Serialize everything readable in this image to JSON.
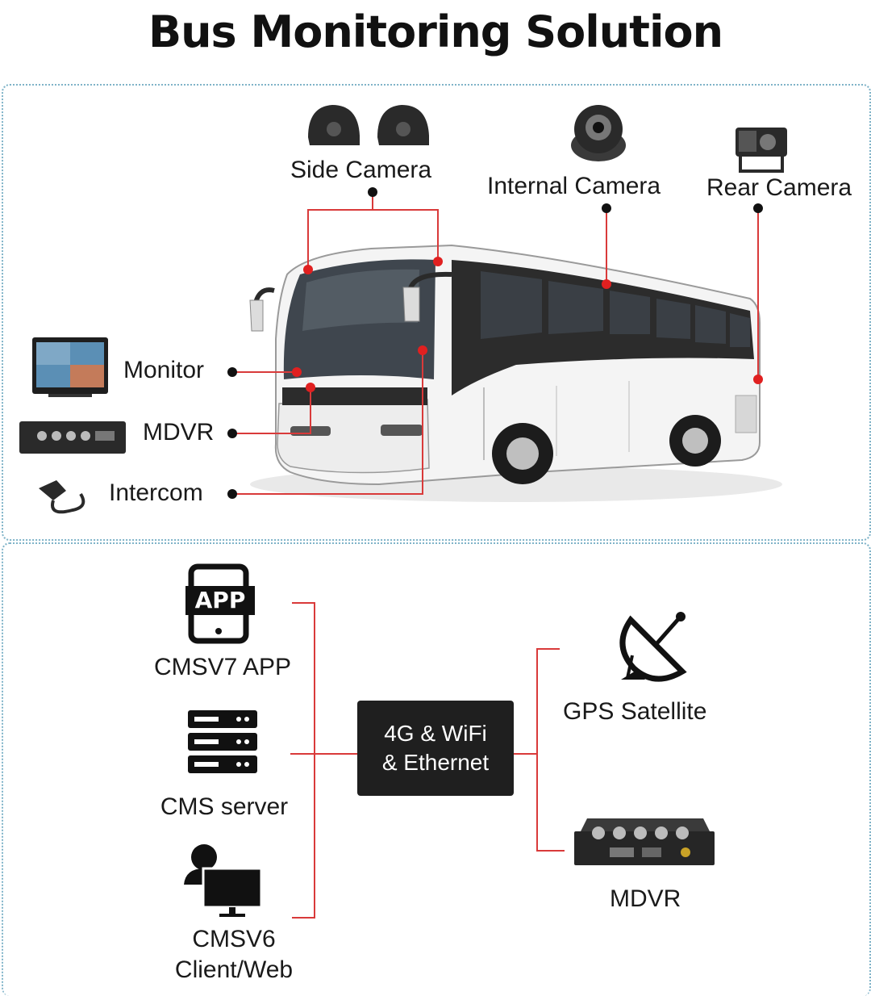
{
  "title": "Bus Monitoring Solution",
  "bus_section": {
    "labels": {
      "side_camera": "Side Camera",
      "internal_camera": "Internal Camera",
      "rear_camera": "Rear Camera",
      "monitor": "Monitor",
      "mdvr": "MDVR",
      "intercom": "Intercom"
    }
  },
  "network_section": {
    "hub_line1": "4G & WiFi",
    "hub_line2": "& Ethernet",
    "left_items": {
      "app_badge": "APP",
      "app": "CMSV7 APP",
      "server": "CMS server",
      "client_line1": "CMSV6",
      "client_line2": "Client/Web"
    },
    "right_items": {
      "gps": "GPS Satellite",
      "mdvr": "MDVR"
    }
  },
  "colors": {
    "connector": "#d93a3a",
    "dot": "#111111",
    "hub_bg": "#1f1f1f",
    "panel_border": "#7fb3c8"
  }
}
